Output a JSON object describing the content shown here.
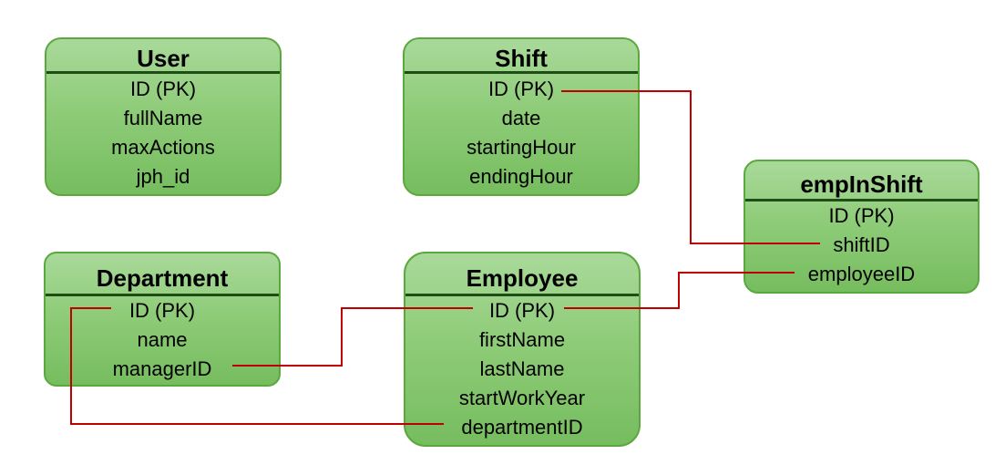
{
  "entities": {
    "user": {
      "title": "User",
      "attributes": [
        "ID (PK)",
        "fullName",
        "maxActions",
        "jph_id"
      ]
    },
    "shift": {
      "title": "Shift",
      "attributes": [
        "ID (PK)",
        "date",
        "startingHour",
        "endingHour"
      ]
    },
    "empInShift": {
      "title": "empInShift",
      "attributes": [
        "ID (PK)",
        "shiftID",
        "employeeID"
      ]
    },
    "department": {
      "title": "Department",
      "attributes": [
        "ID (PK)",
        "name",
        "managerID"
      ]
    },
    "employee": {
      "title": "Employee",
      "attributes": [
        "ID (PK)",
        "firstName",
        "lastName",
        "startWorkYear",
        "departmentID"
      ]
    }
  },
  "colors": {
    "entity_fill": "#8fcc79",
    "entity_border": "#5aa83e",
    "title_divider": "#1f4d16",
    "relationship_line": "#c00000"
  }
}
